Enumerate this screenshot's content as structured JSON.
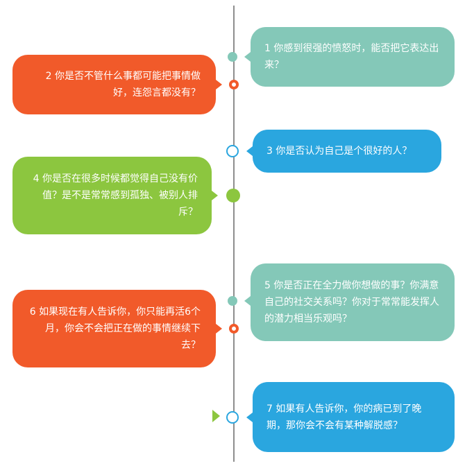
{
  "timeline": {
    "items": [
      {
        "text": "1 你感到很强的愤怒时，能否把它表达出来？"
      },
      {
        "text": "2 你是否不管什么事都可能把事情做好，连怨言都没有？"
      },
      {
        "text": "3 你是否认为自己是个很好的人？"
      },
      {
        "text": "4 你是否在很多时候都觉得自己没有价值？是不是常常感到孤独、被别人排斥？"
      },
      {
        "text": "5 你是否正在全力做你想做的事？你满意自己的社交关系吗？你对于常常能发挥人的潜力相当乐观吗？"
      },
      {
        "text": "6 如果现在有人告诉你，你只能再活6个月，你会不会把正在做的事情继续下去？"
      },
      {
        "text": "7 如果有人告诉你，你的病已到了晚期，那你会不会有某种解脱感？"
      }
    ]
  },
  "colors": {
    "teal": "#84c8b8",
    "orange": "#f15a2a",
    "blue": "#2aa6df",
    "green": "#8cc63f",
    "axis": "#8e8e8e"
  }
}
